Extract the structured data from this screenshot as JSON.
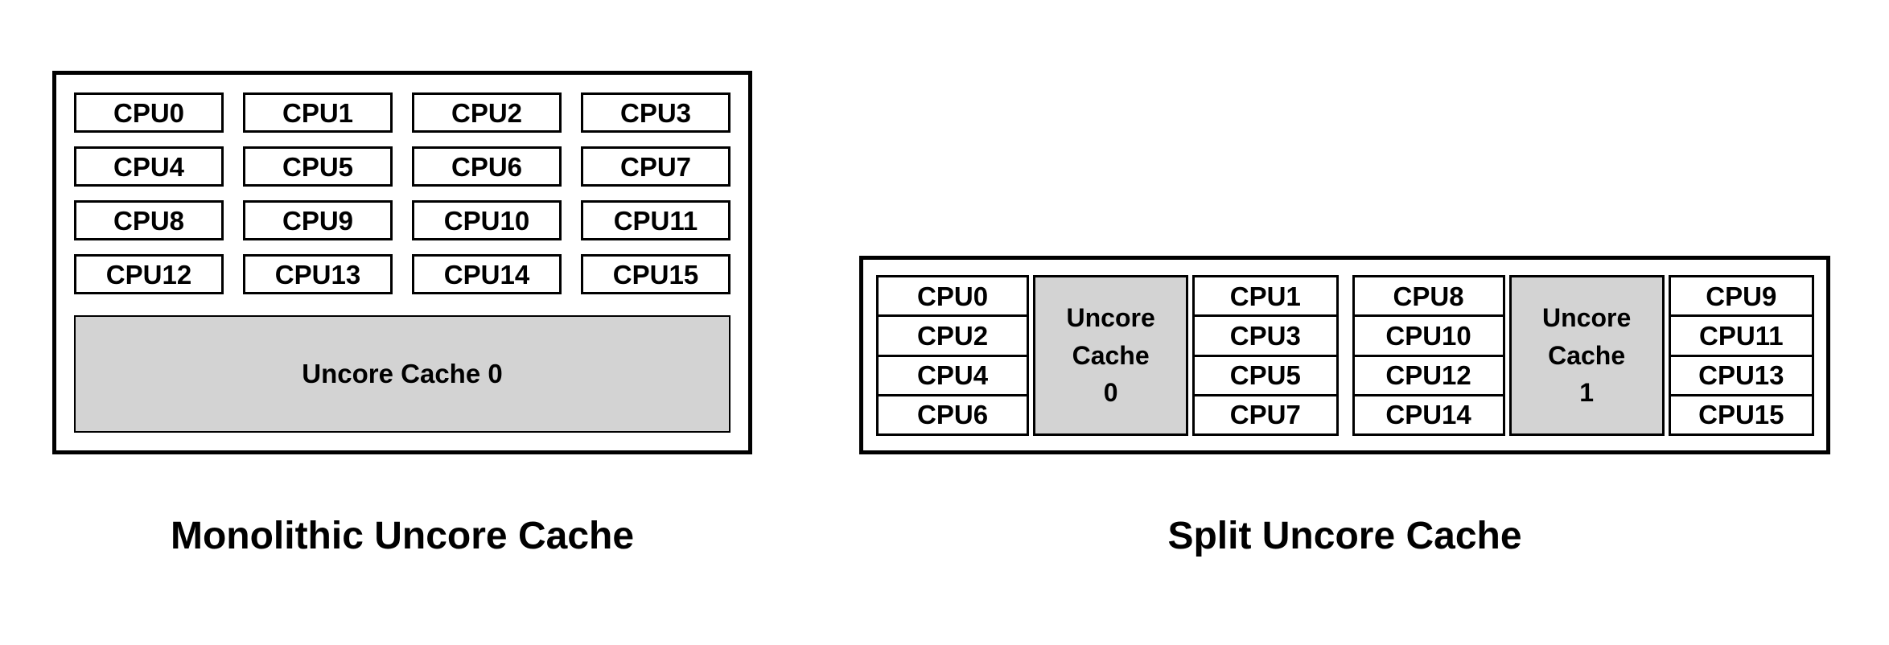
{
  "colors": {
    "background": "#ffffff",
    "border": "#000000",
    "cache_fill": "#d3d3d3",
    "cpu_fill": "#ffffff",
    "text": "#000000"
  },
  "monolithic": {
    "caption": "Monolithic Uncore Cache",
    "cpus": [
      "CPU0",
      "CPU1",
      "CPU2",
      "CPU3",
      "CPU4",
      "CPU5",
      "CPU6",
      "CPU7",
      "CPU8",
      "CPU9",
      "CPU10",
      "CPU11",
      "CPU12",
      "CPU13",
      "CPU14",
      "CPU15"
    ],
    "cache_label": "Uncore Cache 0"
  },
  "split": {
    "caption": "Split Uncore Cache",
    "clusters": [
      {
        "left_cpus": [
          "CPU0",
          "CPU2",
          "CPU4",
          "CPU6"
        ],
        "cache_lines": [
          "Uncore",
          "Cache",
          "0"
        ],
        "right_cpus": [
          "CPU1",
          "CPU3",
          "CPU5",
          "CPU7"
        ]
      },
      {
        "left_cpus": [
          "CPU8",
          "CPU10",
          "CPU12",
          "CPU14"
        ],
        "cache_lines": [
          "Uncore",
          "Cache",
          "1"
        ],
        "right_cpus": [
          "CPU9",
          "CPU11",
          "CPU13",
          "CPU15"
        ]
      }
    ]
  }
}
